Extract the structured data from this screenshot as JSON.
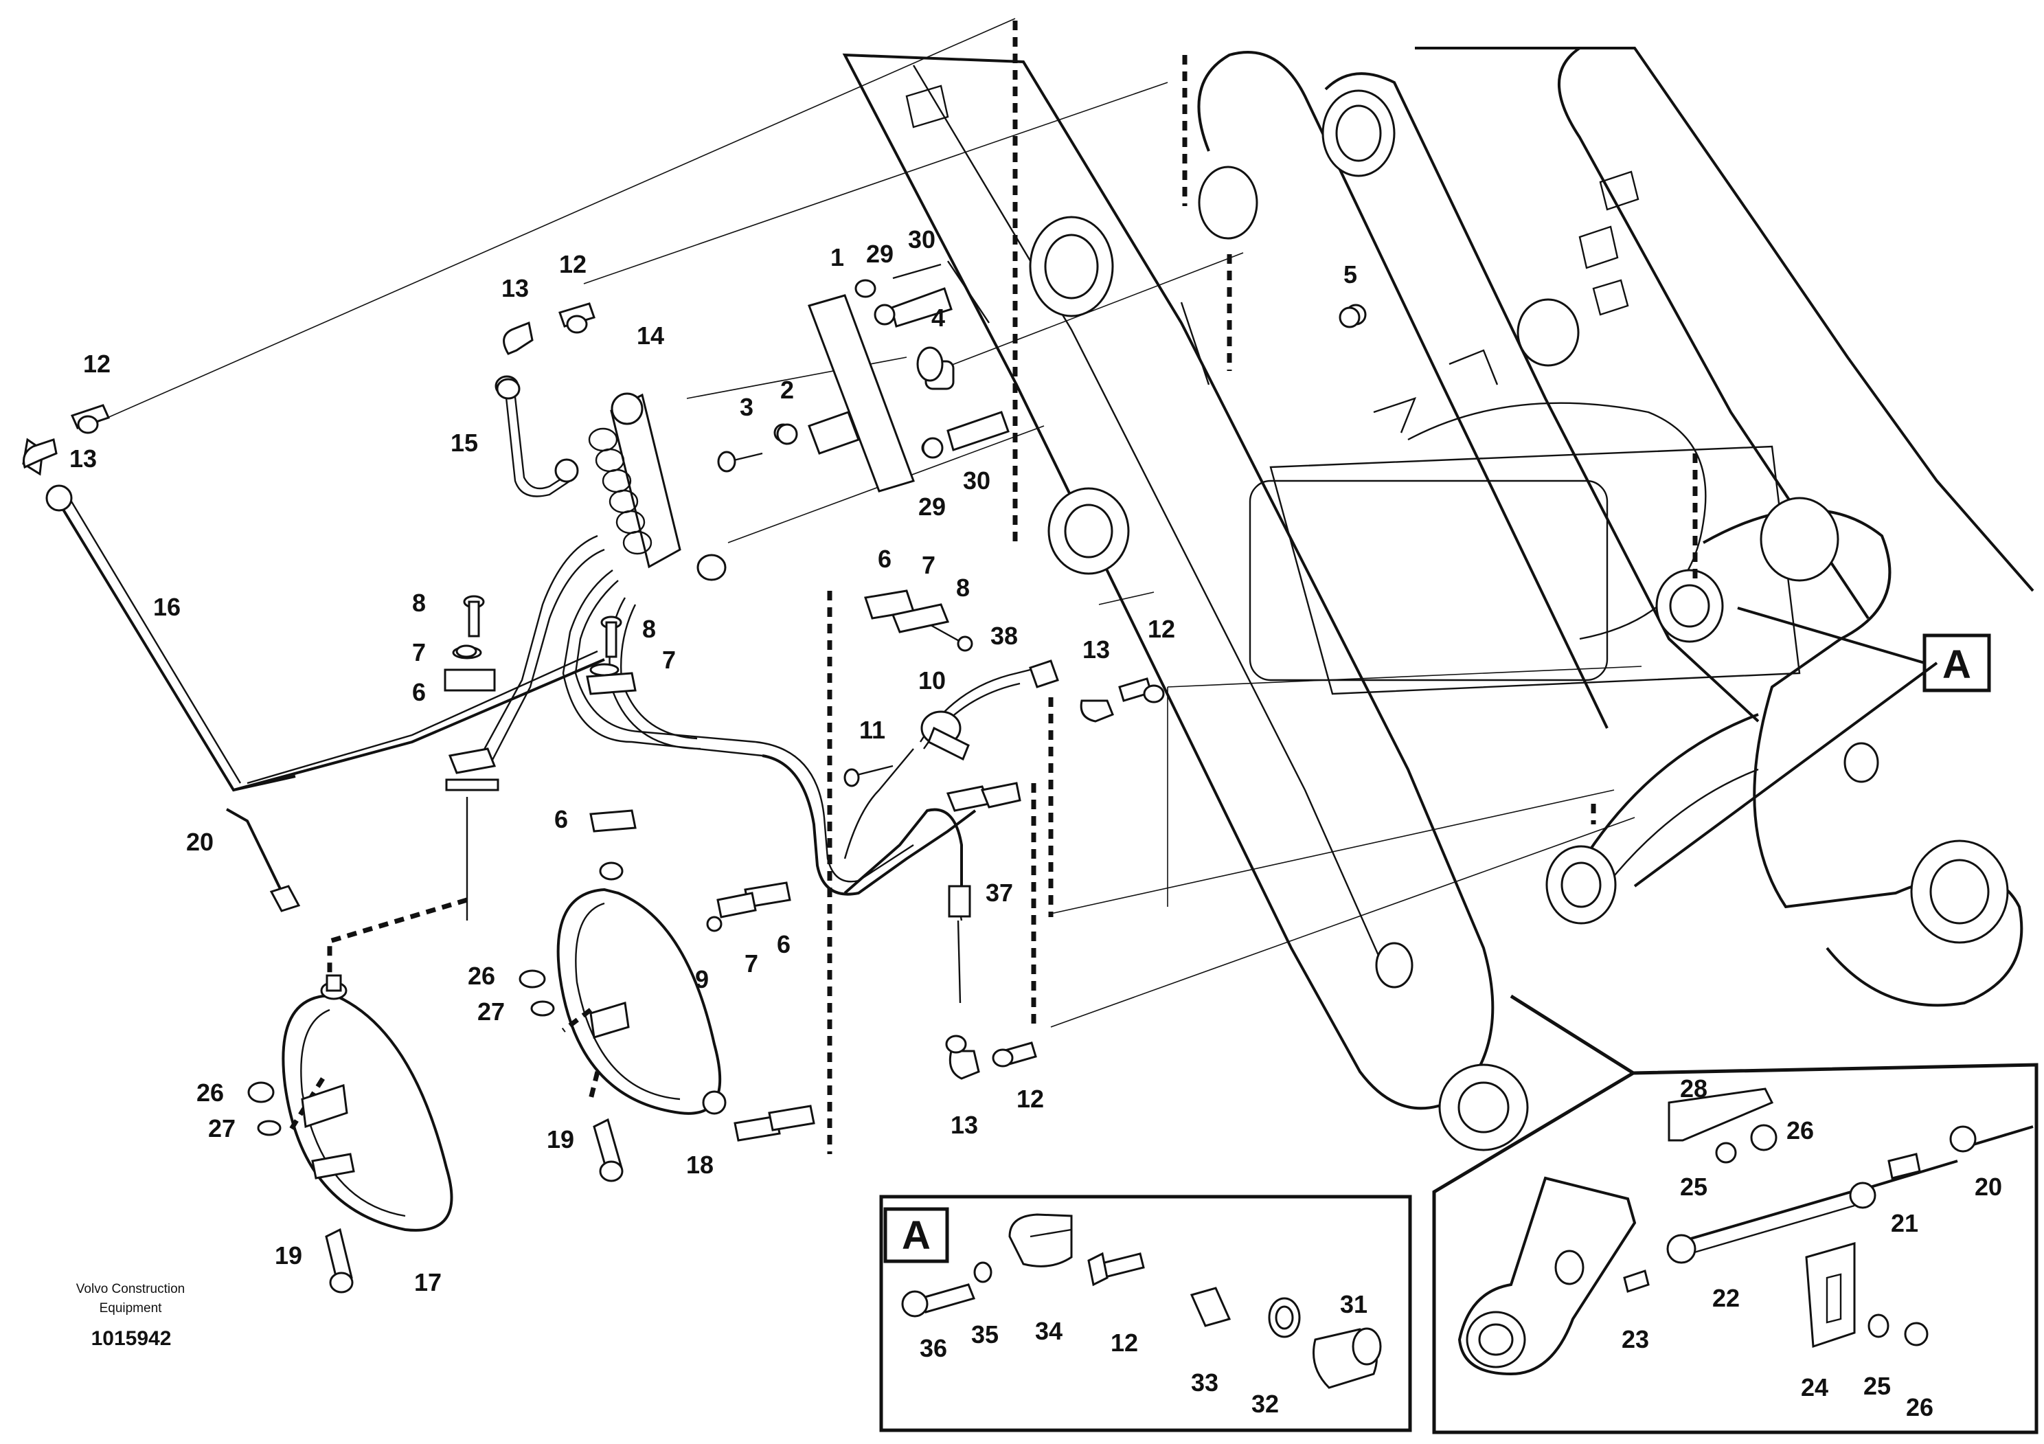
{
  "callouts": {
    "c1": "1",
    "c2": "2",
    "c3": "3",
    "c4": "4",
    "c5": "5",
    "c6a": "6",
    "c6b": "6",
    "c6c": "6",
    "c6d": "6",
    "c7a": "7",
    "c7b": "7",
    "c7c": "7",
    "c7d": "7",
    "c8a": "8",
    "c8b": "8",
    "c8c": "8",
    "c9": "9",
    "c10": "10",
    "c11": "11",
    "c12a": "12",
    "c12b": "12",
    "c12c": "12",
    "c12d": "12",
    "c12e": "12",
    "c13a": "13",
    "c13b": "13",
    "c13c": "13",
    "c13d": "13",
    "c14": "14",
    "c15": "15",
    "c16": "16",
    "c17": "17",
    "c18": "18",
    "c19a": "19",
    "c19b": "19",
    "c20a": "20",
    "c20b": "20",
    "c21": "21",
    "c22": "22",
    "c23": "23",
    "c24": "24",
    "c25a": "25",
    "c25b": "25",
    "c26a": "26",
    "c26b": "26",
    "c26c": "26",
    "c26d": "26",
    "c27a": "27",
    "c27b": "27",
    "c28": "28",
    "c29a": "29",
    "c29b": "29",
    "c30a": "30",
    "c30b": "30",
    "c31": "31",
    "c32": "32",
    "c33": "33",
    "c34": "34",
    "c35": "35",
    "c36": "36",
    "c37": "37",
    "c38": "38"
  },
  "detail_ref": {
    "main": "A",
    "inset": "A"
  },
  "brand_line1": "Volvo Construction",
  "brand_line2": "Equipment",
  "doc_number": "1015942",
  "colors": {
    "ink": "#111111",
    "background": "#ffffff"
  }
}
